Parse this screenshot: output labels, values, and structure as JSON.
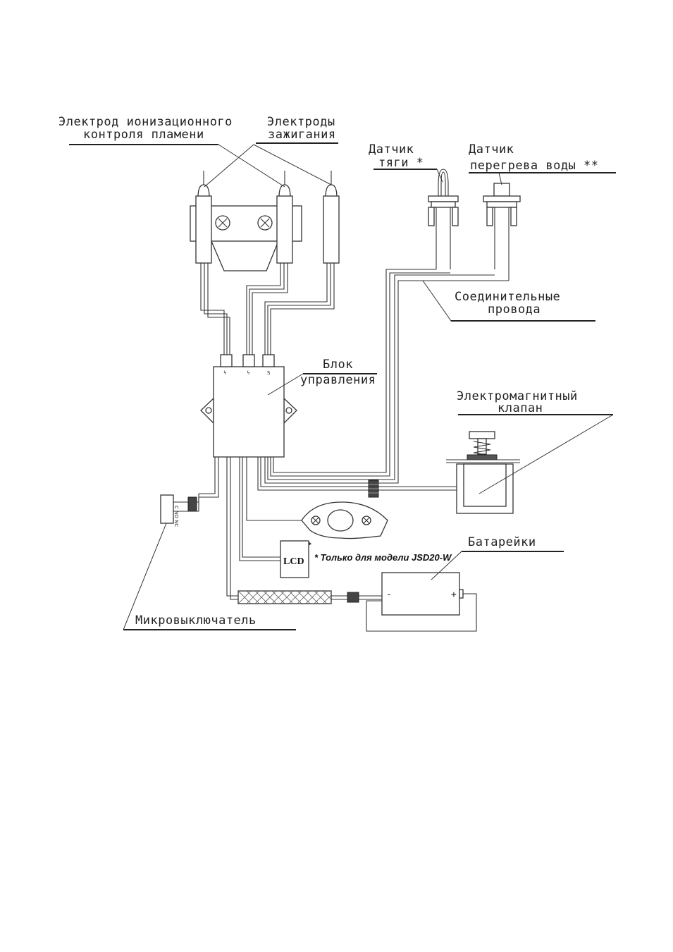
{
  "labels": {
    "ion_electrode_1": "Электрод ионизационного",
    "ion_electrode_2": "контроля пламени",
    "ign_electrodes_1": "Электроды",
    "ign_electrodes_2": "зажигания",
    "draft_sensor_1": "Датчик",
    "draft_sensor_2": "тяги *",
    "overheat_sensor_1": "Датчик",
    "overheat_sensor_2": "перегрева воды **",
    "wires_1": "Соединительные",
    "wires_2": "провода",
    "control_unit_1": "Блок",
    "control_unit_2": "управления",
    "solenoid_1": "Электромагнитный",
    "solenoid_2": "клапан",
    "batteries": "Батарейки",
    "microswitch": "Микровыключатель",
    "lcd": "LCD",
    "lcd_star": "*",
    "lcd_note": "* Только для модели JSD20-W",
    "battery_minus": "-",
    "battery_plus": "+",
    "switch_pins": "C NO NC",
    "connector_marks": [
      "ϟ",
      "ϟ",
      "S"
    ]
  },
  "colors": {
    "line": "#333333",
    "text": "#222222",
    "background": "#ffffff"
  }
}
